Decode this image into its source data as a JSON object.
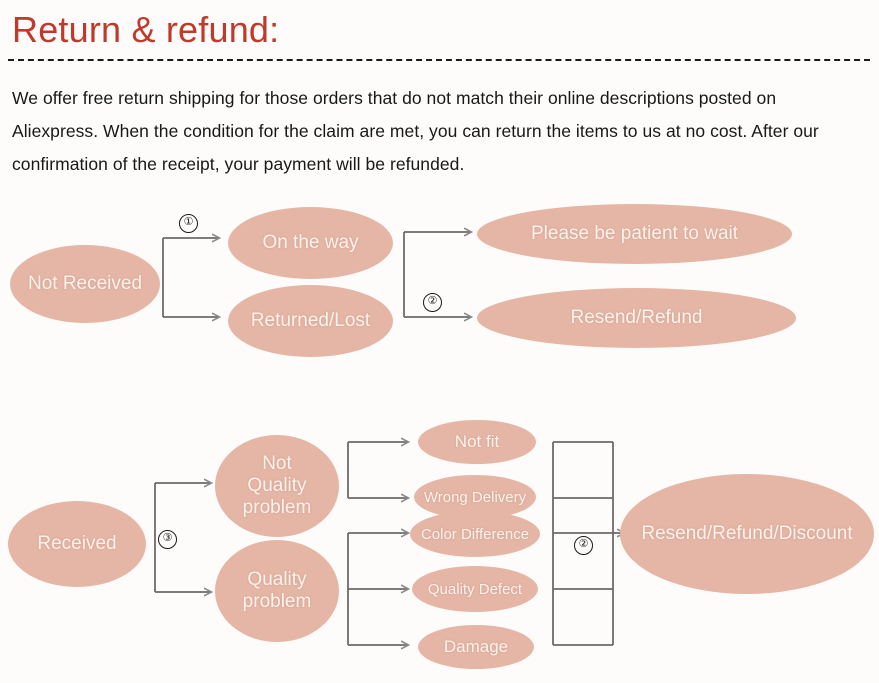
{
  "header": {
    "title": "Return & refund:",
    "title_color": "#c0392b",
    "divider_style": "dashed",
    "intro": "We offer free return shipping for  those orders that do not  match their online descriptions  posted on Aliexpress. When the condition for the claim are met, you can return the items to us at no cost. After our confirmation of the receipt, your payment will be refunded."
  },
  "palette": {
    "node_fill": "#e5b6a6",
    "node_text": "#fdf2ec",
    "connector": "#6b6b6b",
    "accent": "#c0392b"
  },
  "diagram_not_received": {
    "nodes": {
      "start": "Not Received",
      "branch_a": "On the way",
      "branch_b": "Returned/Lost",
      "outcome_a": "Please be patient to wait",
      "outcome_b": "Resend/Refund"
    },
    "steps": {
      "step_one": "①",
      "step_two": "②"
    }
  },
  "diagram_received": {
    "nodes": {
      "start": "Received",
      "branch_a": "Not\nQuality\nproblem",
      "branch_a_lines": [
        "Not",
        "Quality",
        "problem"
      ],
      "branch_b": "Quality\nproblem",
      "branch_b_lines": [
        "Quality",
        "problem"
      ],
      "reasons": [
        "Not fit",
        "Wrong Delivery",
        "Color Difference",
        "Quality Defect",
        "Damage"
      ],
      "outcome": "Resend/Refund/Discount"
    },
    "steps": {
      "step_three": "③",
      "step_two": "②"
    }
  }
}
